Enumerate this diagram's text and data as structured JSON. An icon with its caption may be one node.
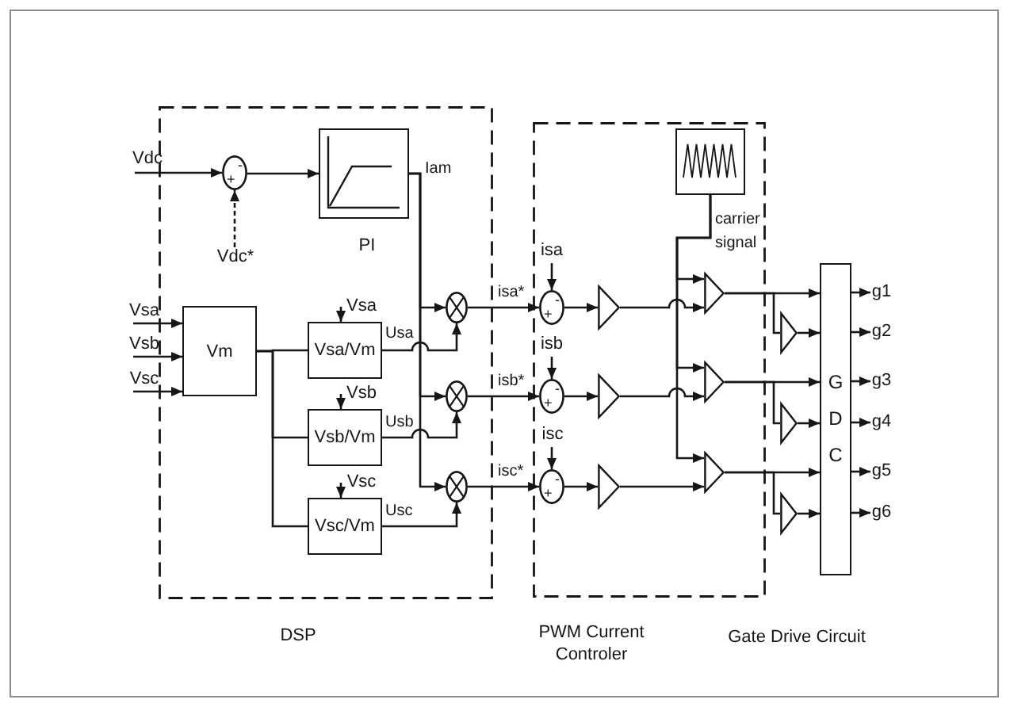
{
  "diagram": {
    "nodes": [
      {
        "text": [
          "DSP"
        ]
      },
      {
        "text": [
          "PWM Current Controler"
        ]
      },
      {
        "text": [
          "Vdc"
        ]
      },
      {
        "text": [
          "-",
          "+"
        ],
        "in": 0
      },
      {
        "text": [
          "Vdc*"
        ],
        "in": 0
      },
      {
        "text": [
          "PI"
        ],
        "in": 0
      },
      {
        "text": [
          "Vsa"
        ]
      },
      {
        "text": [
          "Vsb"
        ]
      },
      {
        "text": [
          "Vsc"
        ]
      },
      {
        "text": [
          "Vm"
        ],
        "in": 0
      },
      {
        "text": [
          "Vsa"
        ],
        "in": 0
      },
      {
        "text": [
          "Vsa/Vm"
        ],
        "in": 0
      },
      {
        "text": [
          "Vsb"
        ],
        "in": 0
      },
      {
        "text": [
          "Vsb/Vm"
        ],
        "in": 0
      },
      {
        "text": [
          "Vsc"
        ],
        "in": 0
      },
      {
        "text": [
          "Vsc/Vm"
        ],
        "in": 0
      },
      {
        "text": [],
        "shape": "circle",
        "in": 0
      },
      {
        "text": [],
        "shape": "circle",
        "in": 0
      },
      {
        "text": [],
        "shape": "circle",
        "in": 0
      },
      {
        "text": [],
        "shape": "box",
        "in": 1,
        "beside": [
          "carrier signal"
        ]
      },
      {
        "text": [
          "isa"
        ],
        "in": 1
      },
      {
        "text": [
          "-",
          "+"
        ],
        "in": 1
      },
      {
        "text": [],
        "shape": "triangle",
        "in": 1
      },
      {
        "text": [],
        "shape": "triangle",
        "in": 1
      },
      {
        "text": [
          "isb"
        ],
        "in": 1
      },
      {
        "text": [
          "-",
          "+"
        ],
        "in": 1
      },
      {
        "text": [],
        "shape": "triangle",
        "in": 1
      },
      {
        "text": [],
        "shape": "triangle",
        "in": 1
      },
      {
        "text": [
          "isc"
        ],
        "in": 1
      },
      {
        "text": [
          "-",
          "+"
        ],
        "in": 1
      },
      {
        "text": [],
        "shape": "triangle",
        "in": 1
      },
      {
        "text": [],
        "shape": "triangle",
        "in": 1
      },
      {
        "text": [],
        "shape": "triangle"
      },
      {
        "text": [],
        "shape": "triangle"
      },
      {
        "text": [],
        "shape": "triangle"
      },
      {
        "text": [
          "G D C"
        ],
        "beside": [
          "Gate Drive Circuit"
        ]
      },
      {
        "text": [
          "g1"
        ]
      },
      {
        "text": [
          "g2"
        ]
      },
      {
        "text": [
          "g3"
        ]
      },
      {
        "text": [
          "g4"
        ]
      },
      {
        "text": [
          "g5"
        ]
      },
      {
        "text": [
          "g6"
        ]
      }
    ],
    "edges": [
      {
        "from": 2,
        "to": 3,
        "arrow": "to"
      },
      {
        "from": 4,
        "to": 3,
        "arrow": "to",
        "style": "dashed"
      },
      {
        "from": 3,
        "to": 5,
        "arrow": "to"
      },
      {
        "from": 5,
        "to": 16,
        "arrow": "to",
        "label": "Iam"
      },
      {
        "from": 5,
        "to": 17,
        "arrow": "to"
      },
      {
        "from": 5,
        "to": 18,
        "arrow": "to"
      },
      {
        "from": 6,
        "to": 9,
        "arrow": "to"
      },
      {
        "from": 7,
        "to": 9,
        "arrow": "to"
      },
      {
        "from": 8,
        "to": 9,
        "arrow": "to"
      },
      {
        "from": 9,
        "to": 11,
        "arrow": "none"
      },
      {
        "from": 9,
        "to": 13,
        "arrow": "none"
      },
      {
        "from": 9,
        "to": 15,
        "arrow": "none"
      },
      {
        "from": 10,
        "to": 11,
        "arrow": "to"
      },
      {
        "from": 12,
        "to": 13,
        "arrow": "to"
      },
      {
        "from": 14,
        "to": 15,
        "arrow": "to"
      },
      {
        "from": 11,
        "to": 16,
        "arrow": "to",
        "label": "Usa"
      },
      {
        "from": 13,
        "to": 17,
        "arrow": "to",
        "label": "Usb"
      },
      {
        "from": 15,
        "to": 18,
        "arrow": "to",
        "label": "Usc"
      },
      {
        "from": 16,
        "to": 21,
        "arrow": "to",
        "label": "isa*"
      },
      {
        "from": 17,
        "to": 25,
        "arrow": "to",
        "label": "isb*"
      },
      {
        "from": 18,
        "to": 29,
        "arrow": "to",
        "label": "isc*"
      },
      {
        "from": 20,
        "to": 21,
        "arrow": "to"
      },
      {
        "from": 24,
        "to": 25,
        "arrow": "to"
      },
      {
        "from": 28,
        "to": 29,
        "arrow": "to"
      },
      {
        "from": 21,
        "to": 22,
        "arrow": "to"
      },
      {
        "from": 25,
        "to": 26,
        "arrow": "to"
      },
      {
        "from": 29,
        "to": 30,
        "arrow": "to"
      },
      {
        "from": 22,
        "to": 23,
        "arrow": "to"
      },
      {
        "from": 26,
        "to": 27,
        "arrow": "to"
      },
      {
        "from": 30,
        "to": 31,
        "arrow": "to"
      },
      {
        "from": 19,
        "to": 23,
        "arrow": "to"
      },
      {
        "from": 19,
        "to": 27,
        "arrow": "to"
      },
      {
        "from": 19,
        "to": 31,
        "arrow": "to"
      },
      {
        "from": 23,
        "to": 35,
        "arrow": "to"
      },
      {
        "from": 23,
        "to": 32,
        "arrow": "none"
      },
      {
        "from": 32,
        "to": 35,
        "arrow": "to"
      },
      {
        "from": 27,
        "to": 35,
        "arrow": "to"
      },
      {
        "from": 27,
        "to": 33,
        "arrow": "none"
      },
      {
        "from": 33,
        "to": 35,
        "arrow": "to"
      },
      {
        "from": 31,
        "to": 35,
        "arrow": "to"
      },
      {
        "from": 31,
        "to": 34,
        "arrow": "none"
      },
      {
        "from": 34,
        "to": 35,
        "arrow": "to"
      },
      {
        "from": 35,
        "to": 36,
        "arrow": "to"
      },
      {
        "from": 35,
        "to": 37,
        "arrow": "to"
      },
      {
        "from": 35,
        "to": 38,
        "arrow": "to"
      },
      {
        "from": 35,
        "to": 39,
        "arrow": "to"
      },
      {
        "from": 35,
        "to": 40,
        "arrow": "to"
      },
      {
        "from": 35,
        "to": 41,
        "arrow": "to"
      }
    ]
  }
}
